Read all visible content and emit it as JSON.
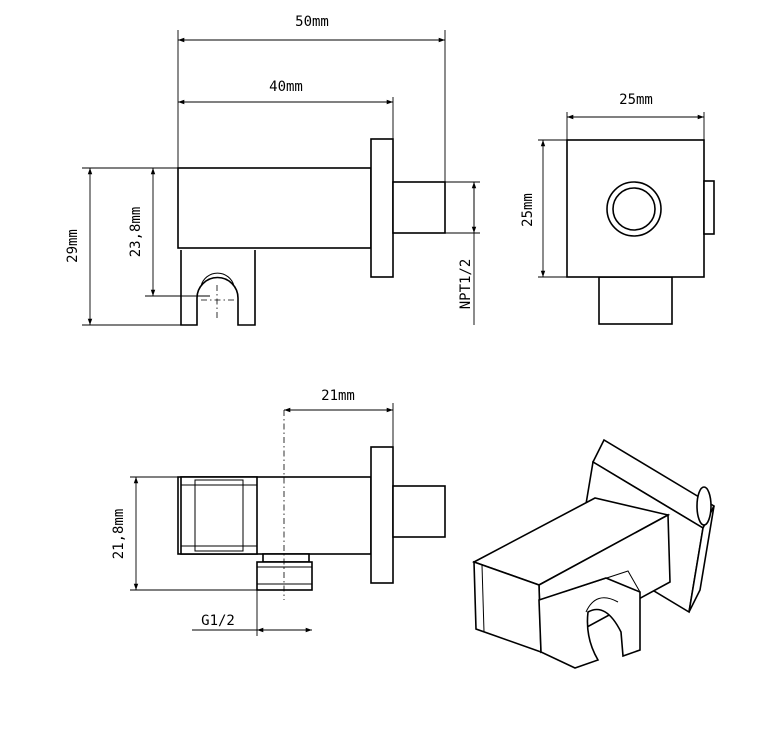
{
  "dimensions": {
    "overall_length": "50mm",
    "body_length": "40mm",
    "block_width": "25mm",
    "block_height": "25mm",
    "overall_height": "29mm",
    "body_height": "23,8mm",
    "thread_outlet": "NPT1/2",
    "holder_offset": "21mm",
    "bottom_height": "21,8mm",
    "thread_inlet": "G1/2"
  }
}
